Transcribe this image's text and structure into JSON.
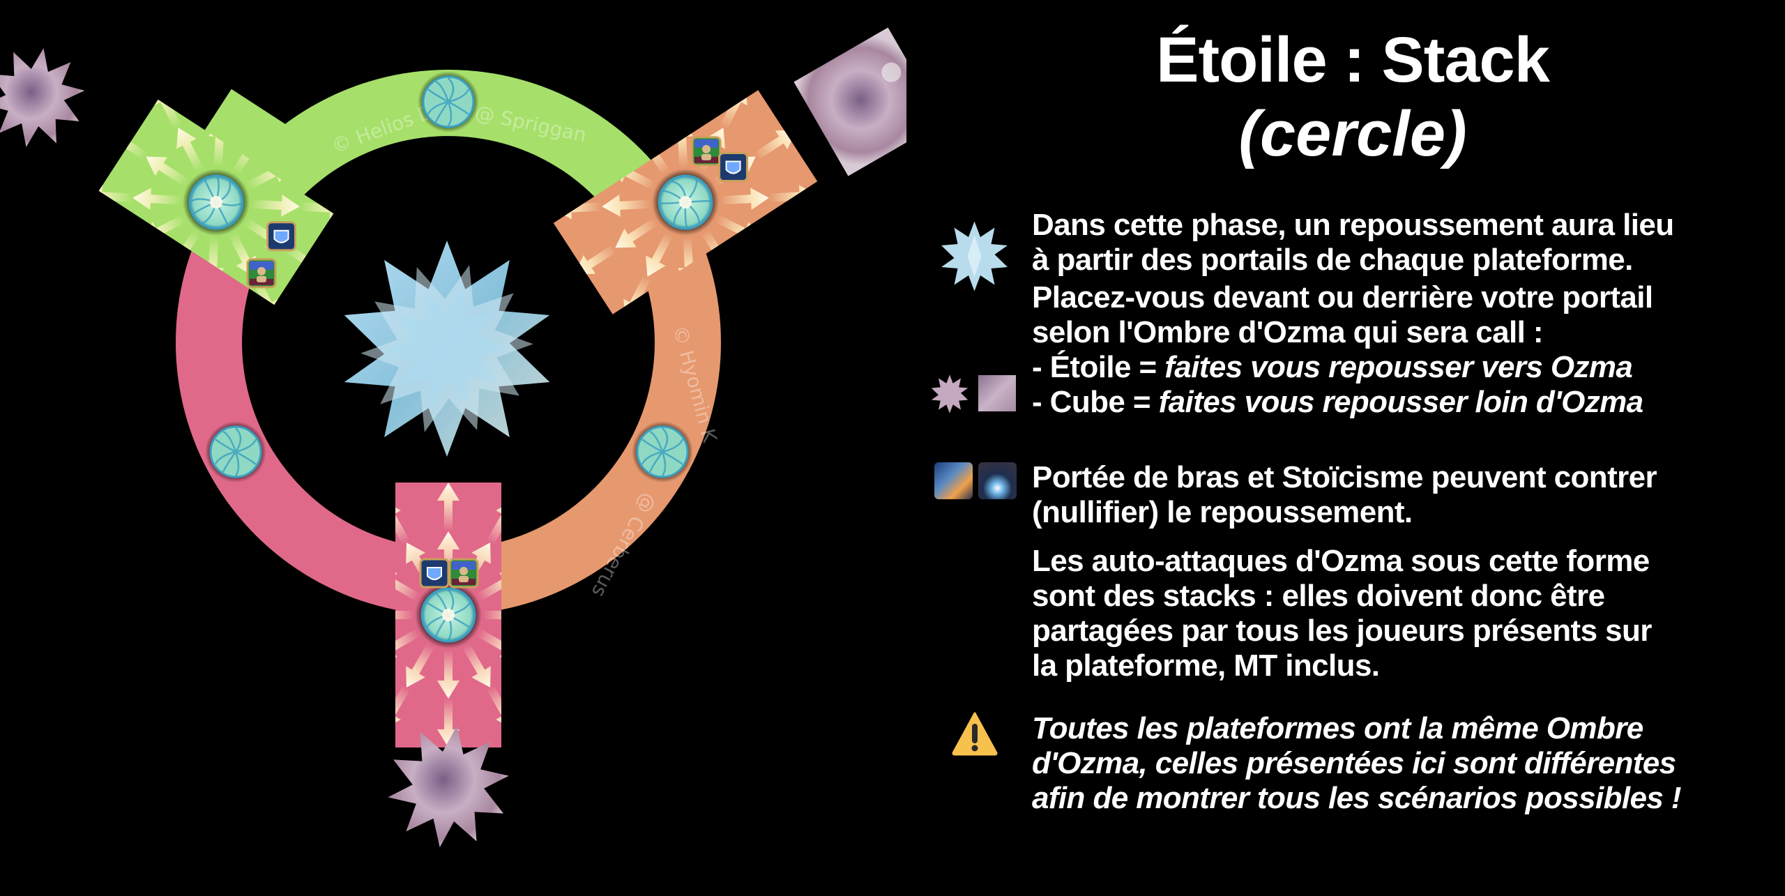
{
  "title": {
    "main": "Étoile : Stack",
    "sub": "(cercle)"
  },
  "paragraphs": {
    "intro": [
      "Dans cette phase, un repoussement aura lieu",
      "à partir des portails de chaque plateforme.",
      "Placez-vous devant ou derrière votre portail",
      "selon l'Ombre d'Ozma qui sera call :"
    ],
    "star_rule": {
      "label": "- Étoile = ",
      "action": "faites vous repousser vers Ozma"
    },
    "cube_rule": {
      "label": "- Cube = ",
      "action": "faites vous repousser loin d'Ozma"
    },
    "counter": [
      "Portée de bras et Stoïcisme peuvent contrer",
      "(nullifier) le repoussement."
    ],
    "autos": [
      "Les auto-attaques d'Ozma sous cette forme",
      "sont des stacks : elles doivent donc être",
      "partagées par tous les joueurs présents sur",
      "la plateforme, MT inclus."
    ],
    "warning": [
      "Toutes les plateformes ont la même Ombre",
      "d'Ozma, celles présentées ici sont différentes",
      "afin de montrer tous les scénarios possibles !"
    ]
  },
  "icons": {
    "ozma_star": "ozma-star-icon",
    "shadow_star": "shadow-star-icon",
    "shadow_cube": "shadow-cube-icon",
    "arms_length": "arms-length-icon",
    "stoicism": "stoicism-icon",
    "warning": "warning-icon"
  },
  "diagram": {
    "watermarks": {
      "green": "© Helios D",
      "green_end": "@ Spriggan",
      "orange": "© Hyomin K",
      "orange_end": "@ Cerberus"
    },
    "colors": {
      "green": "#A6E06A",
      "orange": "#E6986E",
      "pink": "#E0698A",
      "portal": "#8FD9C4",
      "warning": "#F7C14D"
    }
  }
}
